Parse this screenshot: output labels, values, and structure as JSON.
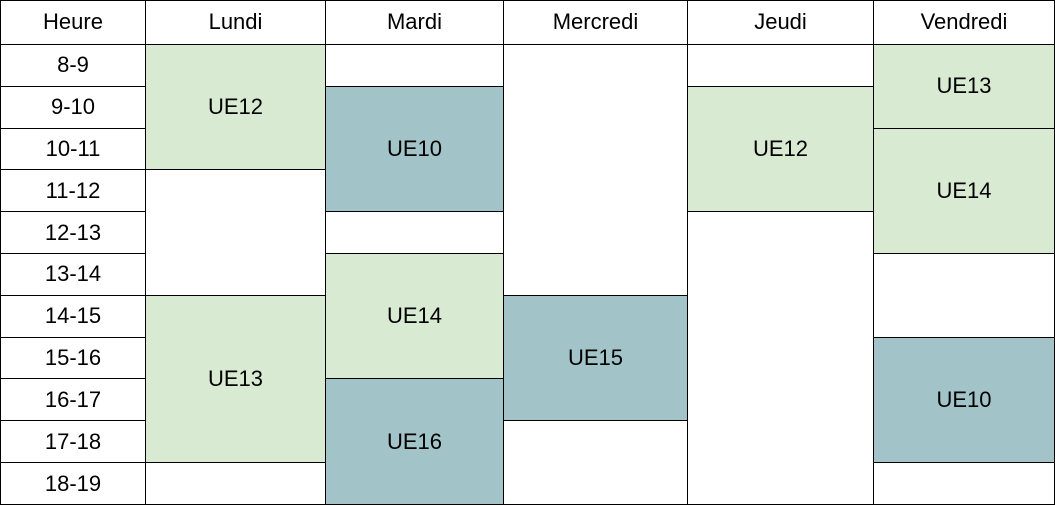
{
  "headers": {
    "hour": "Heure",
    "mon": "Lundi",
    "tue": "Mardi",
    "wed": "Mercredi",
    "thu": "Jeudi",
    "fri": "Vendredi"
  },
  "hours": [
    "8-9",
    "9-10",
    "10-11",
    "11-12",
    "12-13",
    "13-14",
    "14-15",
    "15-16",
    "16-17",
    "17-18",
    "18-19"
  ],
  "courses": {
    "mon_1": "UE12",
    "mon_2": "UE13",
    "tue_1": "UE10",
    "tue_2": "UE14",
    "tue_3": "UE16",
    "wed_1": "UE15",
    "thu_1": "UE12",
    "fri_1": "UE13",
    "fri_2": "UE14",
    "fri_3": "UE10"
  },
  "colors": {
    "light_green": "#d9ead3",
    "blue_grey": "#a2c4c9",
    "empty": "#ffffff",
    "border": "#000000"
  }
}
